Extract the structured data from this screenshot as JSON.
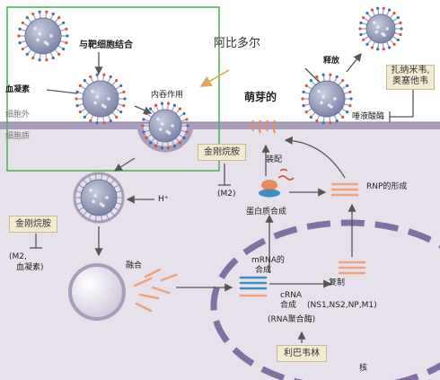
{
  "labels": {
    "bind_target": "与靶细胞结合",
    "hemagglutinin": "血凝素",
    "extracellular": "细胞外",
    "cytoplasm": "细胞质",
    "endocytosis": "内吞作用",
    "arbidol": "阿比多尔",
    "release": "释放",
    "budding": "萌芽的",
    "neuraminidase": "唾液酸酶",
    "assembly": "装配",
    "m2_top": "(M2)",
    "protein_synthesis": "蛋白质合成",
    "rnp_formation": "RNP的形成",
    "h_plus": "H⁺",
    "m2_hemagglutinin_1": "(M2,",
    "m2_hemagglutinin_2": "血凝素)",
    "fusion": "融合",
    "mrna_synthesis_1": "mRNA的",
    "mrna_synthesis_2": "合成",
    "replication": "复制",
    "crna_1": "cRNA",
    "crna_2": "合成",
    "crna_proteins": "(NS1,NS2,NP,M1)",
    "rna_polymerase": "(RNA聚合酶)",
    "nucleus": "核"
  },
  "boxes": {
    "amantadine_top": "金刚烷胺",
    "amantadine_left": "金刚烷胺",
    "zanamivir_1": "扎纳米韦,",
    "zanamivir_2": "奥塞他韦",
    "ribavirin": "利巴韦林"
  },
  "colors": {
    "cytoplasm_fill": "#e7e1ec",
    "membrane": "#a99dbc",
    "green_frame": "#4caf50",
    "nucleus_dash": "#8070a4",
    "arrow": "#555555",
    "orange_arrow": "#e4a55a",
    "rna_strand": "#f0a27c",
    "mrna_strand": "#3b8fc0",
    "drug_box": "#f3ead2",
    "virion_core": "#8f98b8",
    "virion_spike": "#d7553a"
  }
}
